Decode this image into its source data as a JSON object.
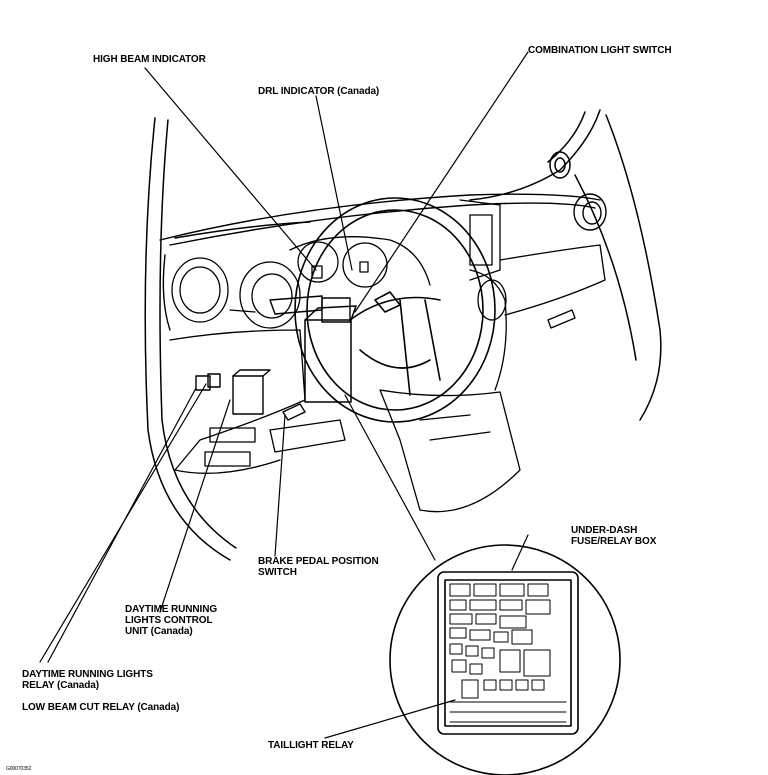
{
  "labels": {
    "high_beam": "HIGH BEAM INDICATOR",
    "drl": "DRL INDICATOR (Canada)",
    "combo": "COMBINATION LIGHT SWITCH",
    "underdash": "UNDER-DASH\nFUSE/RELAY BOX",
    "brake": "BRAKE PEDAL POSITION\nSWITCH",
    "drl_unit": "DAYTIME RUNNING\nLIGHTS CONTROL\nUNIT (Canada)",
    "drl_relay": "DAYTIME RUNNING LIGHTS\nRELAY (Canada)",
    "low_beam": "LOW BEAM CUT RELAY (Canada)",
    "taillight": "TAILLIGHT RELAY",
    "figure_code": "G00070352"
  }
}
